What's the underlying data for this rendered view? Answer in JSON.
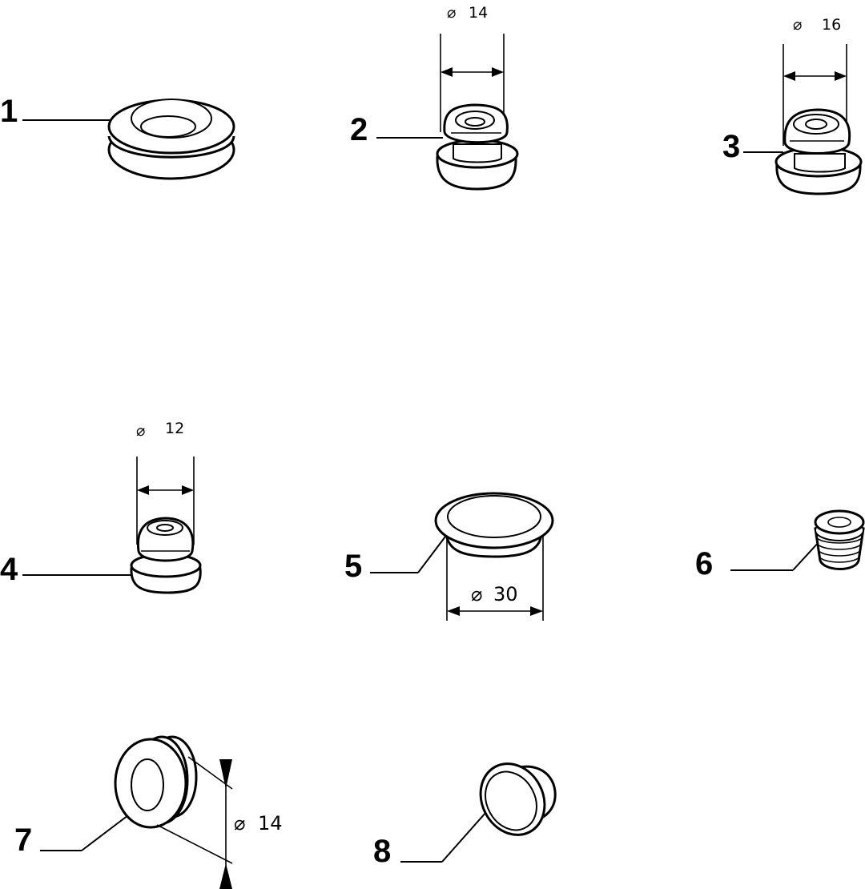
{
  "parts": [
    {
      "number": "1"
    },
    {
      "number": "2",
      "dimension": "14"
    },
    {
      "number": "3",
      "dimension": "16"
    },
    {
      "number": "4",
      "dimension": "12"
    },
    {
      "number": "5",
      "dimension": "30"
    },
    {
      "number": "6"
    },
    {
      "number": "7",
      "dimension": "14"
    },
    {
      "number": "8"
    }
  ],
  "symbols": {
    "diameter": "⌀"
  }
}
